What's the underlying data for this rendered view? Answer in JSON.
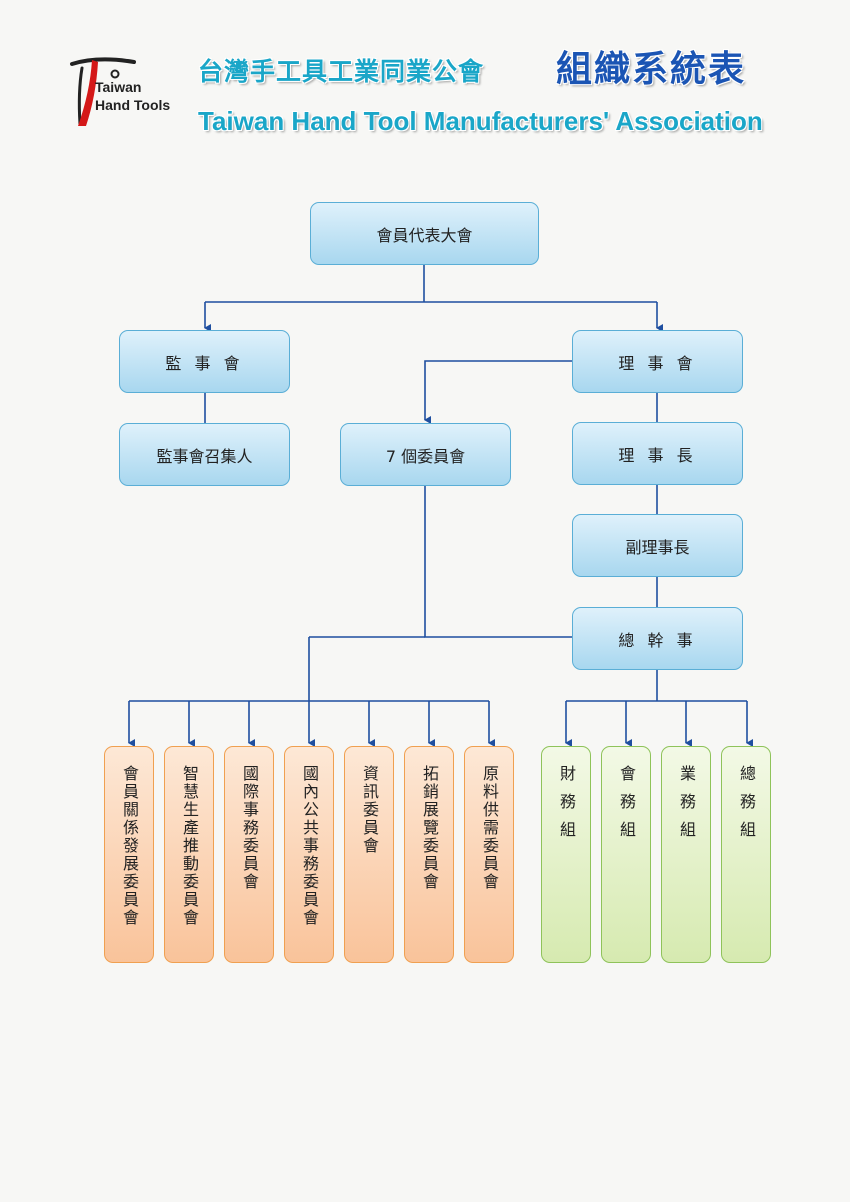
{
  "header": {
    "logo_line1": "Taiwan",
    "logo_line2": "Hand Tools",
    "title_zh": "台灣手工具工業同業公會",
    "title_zh_emphasis": "組織系統表",
    "title_en": "Taiwan Hand Tool Manufacturers' Association"
  },
  "colors": {
    "connector": "#1f4fa0",
    "blue_node": "#a8d7ef",
    "orange_node": "#f9c39a",
    "green_node": "#d6eab0",
    "title_cyan": "#1aa6c8",
    "title_blue": "#1b55b4"
  },
  "org": {
    "assembly": "會員代表大會",
    "supervisors": "監 事 會",
    "supervisor_convener": "監事會召集人",
    "committees_group": "7 個委員會",
    "board": "理 事 會",
    "chairman": "理 事 長",
    "vice_chairman": "副理事長",
    "secretary_general": "總 幹 事",
    "committees": [
      "會員關係發展委員會",
      "智慧生產推動委員會",
      "國際事務委員會",
      "國內公共事務委員會",
      "資訊委員會",
      "拓銷展覽委員會",
      "原料供需委員會"
    ],
    "sections": [
      "財務組",
      "會務組",
      "業務組",
      "總務組"
    ]
  }
}
